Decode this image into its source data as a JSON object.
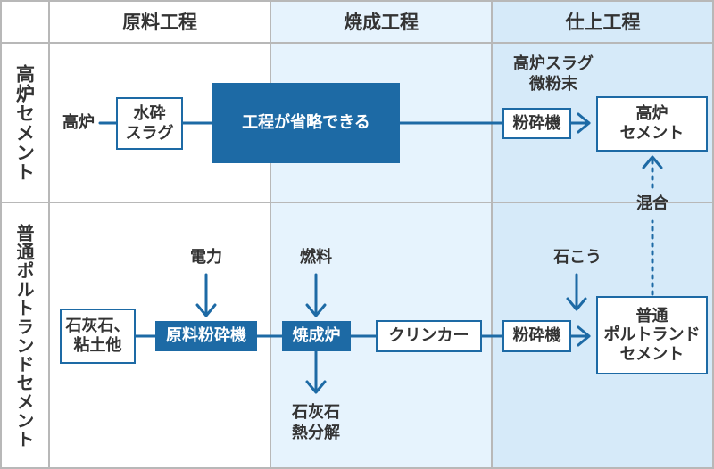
{
  "columns": {
    "raw": "原料工程",
    "firing": "焼成工程",
    "finishing": "仕上工程"
  },
  "rows": {
    "blast_furnace_cement": "高炉セメント",
    "portland_cement": "普通ポルトランドセメント"
  },
  "row1": {
    "blast_furnace": "高炉",
    "granulated_slag": "水砕\nスラグ",
    "process_omitted": "工程が省略できる",
    "slag_powder": "高炉スラグ\n微粉末",
    "grinder": "粉砕機",
    "product": "高炉\nセメント"
  },
  "mix_label": "混合",
  "row2": {
    "electricity": "電力",
    "fuel": "燃料",
    "gypsum": "石こう",
    "limestone_etc": "石灰石、\n粘土他",
    "raw_mill": "原料粉砕機",
    "kiln": "焼成炉",
    "clinker": "クリンカー",
    "grinder": "粉砕機",
    "product": "普通\nポルトランド\nセメント",
    "decomposition": "石灰石\n熱分解"
  },
  "colors": {
    "accent": "#1d6aa5",
    "grid": "#b8b8b8",
    "firing_bg": "#e6f3fd",
    "finishing_bg": "#d6eaf9"
  }
}
